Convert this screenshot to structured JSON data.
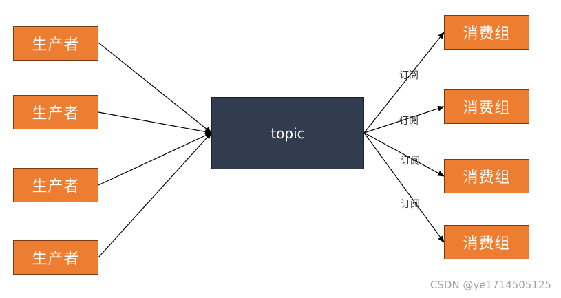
{
  "diagram": {
    "producers": [
      {
        "label": "生产者"
      },
      {
        "label": "生产者"
      },
      {
        "label": "生产者"
      },
      {
        "label": "生产者"
      }
    ],
    "topic": {
      "label": "topic"
    },
    "consumers": [
      {
        "label": "消费组"
      },
      {
        "label": "消费组"
      },
      {
        "label": "消费组"
      },
      {
        "label": "消费组"
      }
    ],
    "subscriptions": [
      {
        "label": "订阅"
      },
      {
        "label": "订阅"
      },
      {
        "label": "订阅"
      },
      {
        "label": "订阅"
      }
    ],
    "colors": {
      "producer_fill": "#ed7d31",
      "consumer_fill": "#ed7d31",
      "topic_fill": "#323c4f",
      "arrow": "#000000"
    }
  },
  "watermark": "CSDN @ye1714505125"
}
